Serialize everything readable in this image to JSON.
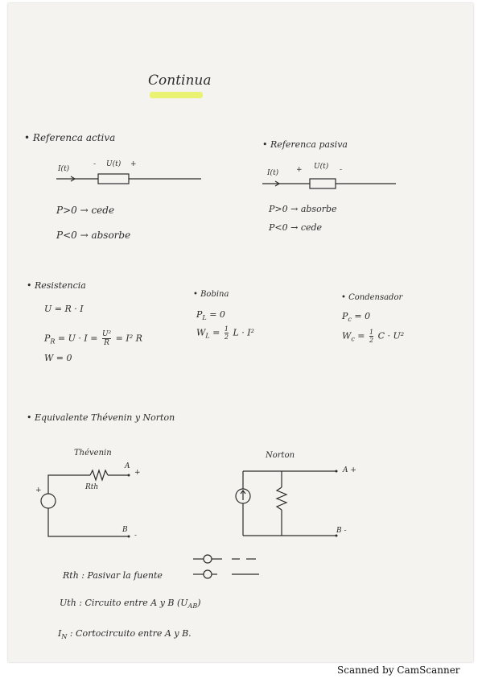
{
  "title": "Continua",
  "ref_activa": {
    "heading": "Referenca activa",
    "current": "I(t)",
    "voltage": "U(t)",
    "minus": "-",
    "plus": "+",
    "line1": "P>0 → cede",
    "line2": "P<0 → absorbe"
  },
  "ref_pasiva": {
    "heading": "Referenca pasiva",
    "current": "I(t)",
    "voltage": "U(t)",
    "plus": "+",
    "minus": "-",
    "line1": "P>0 → absorbe",
    "line2": "P<0 → cede"
  },
  "resistencia": {
    "heading": "Resistencia",
    "line1": "U = R · I",
    "line2a": "P",
    "line2b": "R",
    "line2c": " = U · I =",
    "frac_num": "U²",
    "frac_den": "R",
    "line2d": "= I² R",
    "line3": "W = 0"
  },
  "bobina": {
    "heading": "Bobina",
    "line1": "P",
    "line1sub": "L",
    "line1b": " = 0",
    "line2": "W",
    "line2sub": "L",
    "line2b": " =",
    "frac_num": "1",
    "frac_den": "2",
    "line2c": "L · I²"
  },
  "condensador": {
    "heading": "Condensador",
    "line1": "P",
    "line1sub": "c",
    "line1b": " = 0",
    "line2": "W",
    "line2sub": "c",
    "line2b": " =",
    "frac_num": "1",
    "frac_den": "2",
    "line2c": "C · U²"
  },
  "equivalente": {
    "heading": "Equivalente Thévenin y Norton",
    "thevenin_label": "Thévenin",
    "rth_label": "Rth",
    "node_a": "A",
    "node_b": "B",
    "plus": "+",
    "minus": "-",
    "norton_label": "Norton"
  },
  "notes": {
    "rth_line": "Rth : Pasivar la fuente",
    "uth_line": "Uth : Circuito entre A y B (U",
    "uth_sub": "AB",
    "uth_end": ")",
    "in_line": "I",
    "in_sub": "N",
    "in_rest": " : Cortocircuito entre A y B."
  },
  "footer": "Scanned by CamScanner",
  "colors": {
    "highlight": "#e8f25a",
    "ink": "#2b2b2b",
    "paper": "#f4f3f0"
  }
}
